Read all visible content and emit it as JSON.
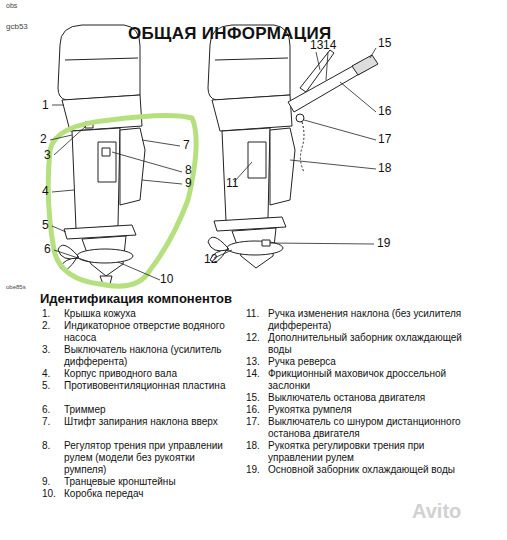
{
  "diagram": {
    "title": "ОБЩАЯ ИНФОРМАЦИЯ",
    "labels": [
      "obs",
      "gcb53",
      "1",
      "2",
      "3",
      "4",
      "5",
      "6",
      "7",
      "8",
      "9",
      "10",
      "13",
      "14",
      "15",
      "16",
      "17",
      "11",
      "18",
      "12",
      "19",
      "obe85s",
      "Идентификация компонентов",
      "1.",
      "Крышка кожуха",
      "2.",
      "Индикаторное отверстие водяного насоса",
      "3.",
      "Выключатель наклона (усилитель дифферента)",
      "4.",
      "Корпус приводного вала",
      "5.",
      "Противовентиляционная пластина",
      "6.",
      "Триммер",
      "7.",
      "Штифт запирания наклона вверх",
      "8.",
      "Регулятор трения при управлении рулем (модели без рукоятки румпеля)",
      "9.",
      "Транцевые кронштейны",
      "10.",
      "Коробка передач",
      "11.",
      "Ручка изменения наклона (без усилителя дифферента)",
      "12.",
      "Дополнительный заборник охлаждающей воды",
      "13.",
      "Ручка реверса",
      "14.",
      "Фрикционный маховичок дроссельной заслонки",
      "15.",
      "Выключатель останова двигателя",
      "16.",
      "Рукоятка румпеля",
      "17.",
      "Выключатель со шнуром дистанционного останова двигателя",
      "18.",
      "Рукоятка регулировки трения при управлении рулем",
      "19.",
      "Основной заборник охлаждающей воды",
      "Avito"
    ]
  }
}
